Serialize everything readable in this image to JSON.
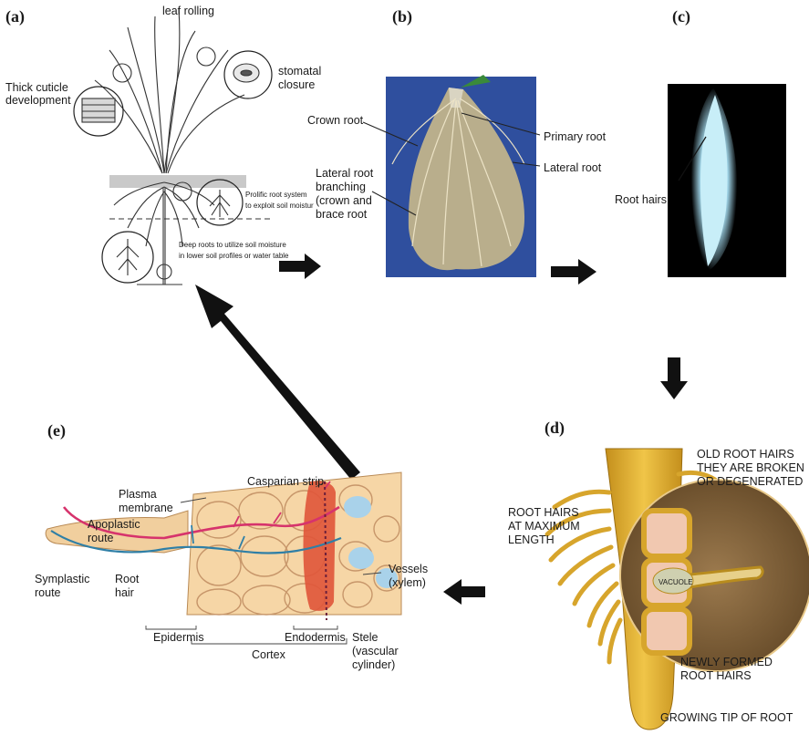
{
  "panels": {
    "a": {
      "letter": "(a)",
      "labels": {
        "leaf_rolling": "leaf rolling",
        "thick_cuticle": [
          "Thick cuticle",
          "development"
        ],
        "stomatal": [
          "stomatal",
          "closure"
        ],
        "prolific": [
          "Prolific root system",
          "to exploit soil moistur"
        ],
        "deep": [
          "Deep roots to utilize soil moisture",
          "in lower soil profiles or water table"
        ]
      }
    },
    "b": {
      "letter": "(b)",
      "labels": {
        "crown_root": "Crown root",
        "primary_root": "Primary root",
        "lateral_root": "Lateral root",
        "lateral_branching": [
          "Lateral root",
          "branching",
          "(crown and",
          "brace root"
        ]
      }
    },
    "c": {
      "letter": "(c)",
      "labels": {
        "root_hairs": "Root hairs"
      }
    },
    "d": {
      "letter": "(d)",
      "labels": {
        "old": [
          "OLD ROOT HAIRS",
          "THEY ARE BROKEN",
          "OR DEGENERATED"
        ],
        "max": [
          "ROOT HAIRS",
          "AT MAXIMUM",
          "LENGTH"
        ],
        "new": [
          "NEWLY FORMED",
          "ROOT HAIRS"
        ],
        "tip": "GROWING TIP OF ROOT",
        "vacuole": "VACUOLE"
      }
    },
    "e": {
      "letter": "(e)",
      "labels": {
        "casparian": "Casparian strip",
        "plasma": [
          "Plasma",
          "membrane"
        ],
        "apoplastic": [
          "Apoplastic",
          "route"
        ],
        "symplastic": [
          "Symplastic",
          "route"
        ],
        "root_hair": [
          "Root",
          "hair"
        ],
        "vessels": [
          "Vessels",
          "(xylem)"
        ],
        "epidermis": "Epidermis",
        "endodermis": "Endodermis",
        "stele": [
          "Stele",
          "(vascular",
          "cylinder)"
        ],
        "cortex": "Cortex"
      }
    }
  },
  "colors": {
    "photo_b_bg": "#2f4f9e",
    "photo_c_bg": "#000000",
    "root_hair_glow": "#bfe8f4",
    "cell_fill": "#f6d6a6",
    "endodermis": "#e0553a",
    "apoplastic_route": "#d6336c",
    "symplastic_route": "#2f7fa6",
    "xylem": "#a9d2ea",
    "root_d": "#d9a92a",
    "arrow": "#111111"
  }
}
